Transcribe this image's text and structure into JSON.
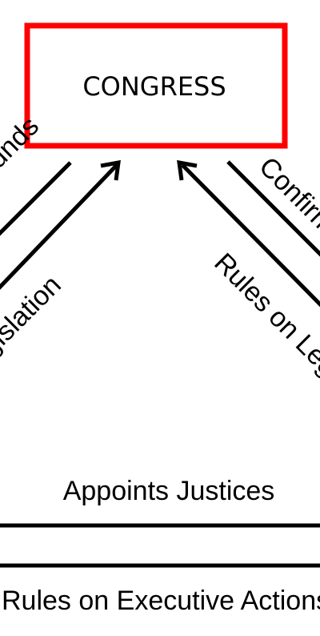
{
  "diagram": {
    "box": {
      "label": "CONGRESS",
      "border_color": "#ff0000"
    },
    "labels": {
      "top_left": "Funds",
      "left_legislation": "Legislation",
      "top_right": "Confirms",
      "right_rules": "Rules on Legislation",
      "appoints": "Appoints Justices",
      "executive": "Rules on Executive Actions"
    }
  }
}
